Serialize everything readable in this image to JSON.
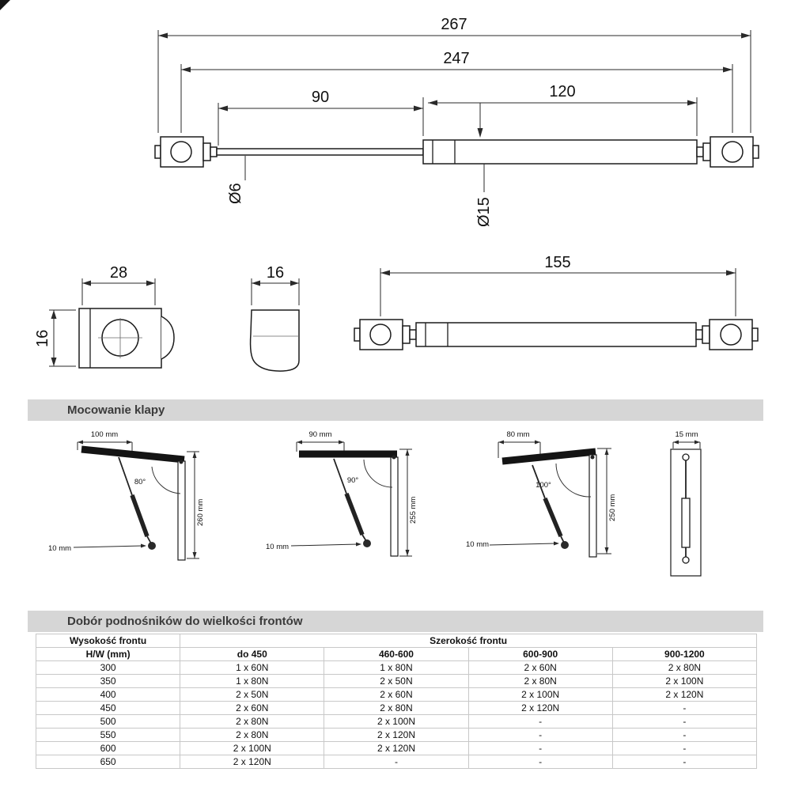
{
  "drawing_extended": {
    "dim_267": "267",
    "dim_247": "247",
    "dim_90": "90",
    "dim_120": "120",
    "dia_rod": "Ø6",
    "dia_cylinder": "Ø15"
  },
  "drawing_bracket_front": {
    "dim_width": "28",
    "dim_height": "16"
  },
  "drawing_bracket_side": {
    "dim_depth": "16"
  },
  "drawing_compressed": {
    "dim_length": "155"
  },
  "mounting_section": {
    "title": "Mocowanie klapy",
    "diagrams": [
      {
        "top_dim": "100 mm",
        "angle": "80°",
        "height_dim": "260 mm",
        "socket_dim": "10 mm"
      },
      {
        "top_dim": "90 mm",
        "angle": "90°",
        "height_dim": "255 mm",
        "socket_dim": "10 mm"
      },
      {
        "top_dim": "80 mm",
        "angle": "100°",
        "height_dim": "250 mm",
        "socket_dim": "10 mm"
      },
      {
        "top_dim": "15 mm"
      }
    ]
  },
  "selection_section": {
    "title": "Dobór podnośników do wielkości frontów",
    "table": {
      "height_header_line1": "Wysokość frontu",
      "height_header_line2": "H/W (mm)",
      "width_header": "Szerokość frontu",
      "width_columns": [
        "do 450",
        "460-600",
        "600-900",
        "900-1200"
      ],
      "rows": [
        {
          "height": "300",
          "values": [
            "1 x 60N",
            "1 x 80N",
            "2 x 60N",
            "2 x 80N"
          ]
        },
        {
          "height": "350",
          "values": [
            "1 x 80N",
            "2 x 50N",
            "2 x 80N",
            "2 x 100N"
          ]
        },
        {
          "height": "400",
          "values": [
            "2 x 50N",
            "2 x 60N",
            "2 x 100N",
            "2 x 120N"
          ]
        },
        {
          "height": "450",
          "values": [
            "2 x 60N",
            "2 x 80N",
            "2 x 120N",
            "-"
          ]
        },
        {
          "height": "500",
          "values": [
            "2 x 80N",
            "2 x 100N",
            "-",
            "-"
          ]
        },
        {
          "height": "550",
          "values": [
            "2 x 80N",
            "2 x 120N",
            "-",
            "-"
          ]
        },
        {
          "height": "600",
          "values": [
            "2 x 100N",
            "2 x 120N",
            "-",
            "-"
          ]
        },
        {
          "height": "650",
          "values": [
            "2 x 120N",
            "-",
            "-",
            "-"
          ]
        }
      ]
    }
  }
}
